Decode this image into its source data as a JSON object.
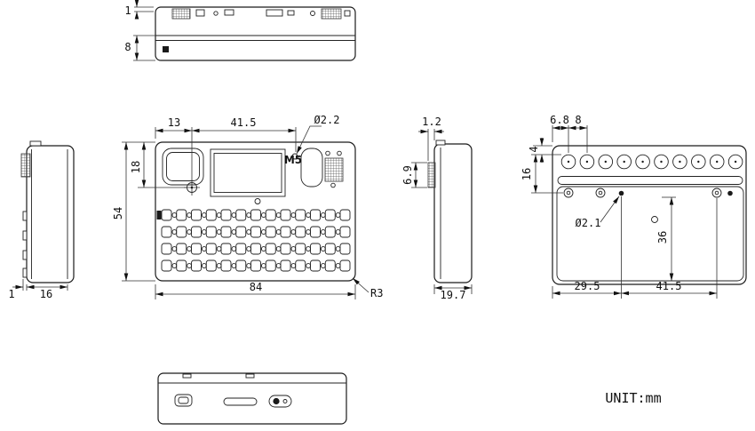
{
  "drawing": {
    "unit_note": "UNIT:mm",
    "logo": "M5"
  },
  "dims": {
    "top": {
      "lip": "1",
      "height": "8"
    },
    "front": {
      "left_offset": "13",
      "screw_span": "41.5",
      "hole_dia": "Ø2.2",
      "top_to_screw": "18",
      "height": "54",
      "width": "84",
      "corner_radius": "R3"
    },
    "side_left": {
      "lip": "1",
      "depth": "16"
    },
    "side_right": {
      "lip": "1.2",
      "port_height": "6.9",
      "depth": "19.7"
    },
    "rear": {
      "edge_to_hole": "6.8",
      "hole_pitch": "8",
      "top_offset": "4",
      "row_offset": "16",
      "hole_dia": "Ø2.1",
      "panel_height": "36",
      "left_span": "29.5",
      "right_span": "41.5"
    }
  }
}
